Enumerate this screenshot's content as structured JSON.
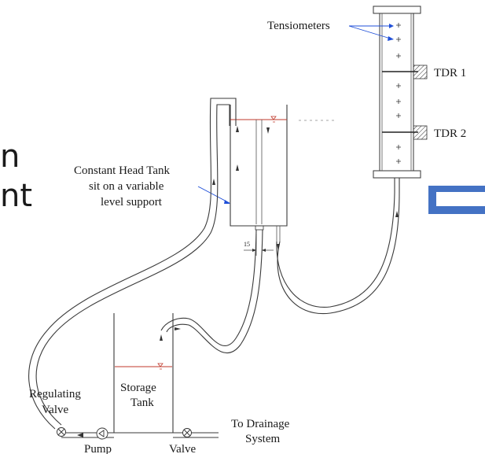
{
  "labels": {
    "tensiometers": "Tensiometers",
    "tdr1": "TDR 1",
    "tdr2": "TDR 2",
    "constant_head_line1": "Constant Head Tank",
    "constant_head_line2": "sit on a variable",
    "constant_head_line3": "level support",
    "dimension": "15",
    "regulating_line1": "Regulating",
    "regulating_line2": "Valve",
    "storage_line1": "Storage",
    "storage_line2": "Tank",
    "to_drainage_line1": "To Drainage",
    "to_drainage_line2": "System",
    "pump": "Pump",
    "valve": "Valve"
  },
  "background_fragments": {
    "line1": "n",
    "line2": "nt"
  },
  "colors": {
    "water_level": "#c0392b",
    "arrow_blue": "#1f4fd8",
    "slide_accent": "#4472c4"
  }
}
